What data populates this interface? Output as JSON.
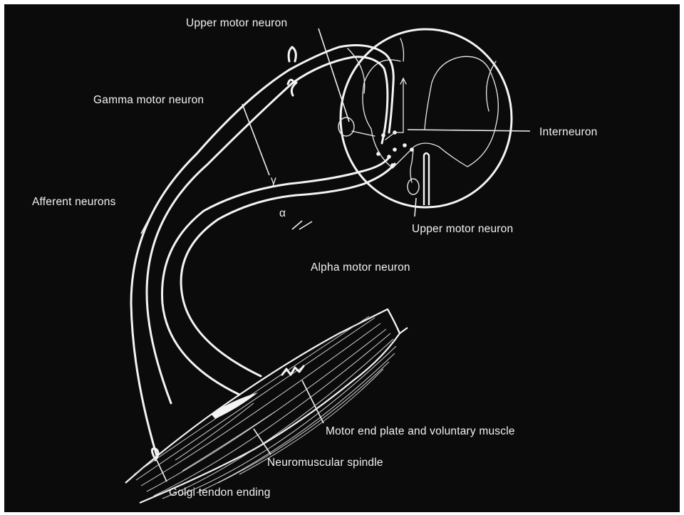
{
  "labels": {
    "upper_motor_neuron_top": "Upper motor neuron",
    "gamma_motor_neuron": "Gamma motor neuron",
    "interneuron": "Interneuron",
    "afferent_neurons": "Afferent neurons",
    "upper_motor_neuron_bottom": "Upper motor neuron",
    "alpha_motor_neuron": "Alpha motor neuron",
    "motor_end_plate": "Motor end plate and voluntary muscle",
    "neuromuscular_spindle": "Neuromuscular spindle",
    "golgi_tendon_ending": "Golgi tendon ending"
  },
  "symbols": {
    "gamma": "γ",
    "alpha": "α"
  },
  "colors": {
    "background": "#0b0b0b",
    "frame": "#ffffff",
    "lines": "#f4f4f4"
  }
}
